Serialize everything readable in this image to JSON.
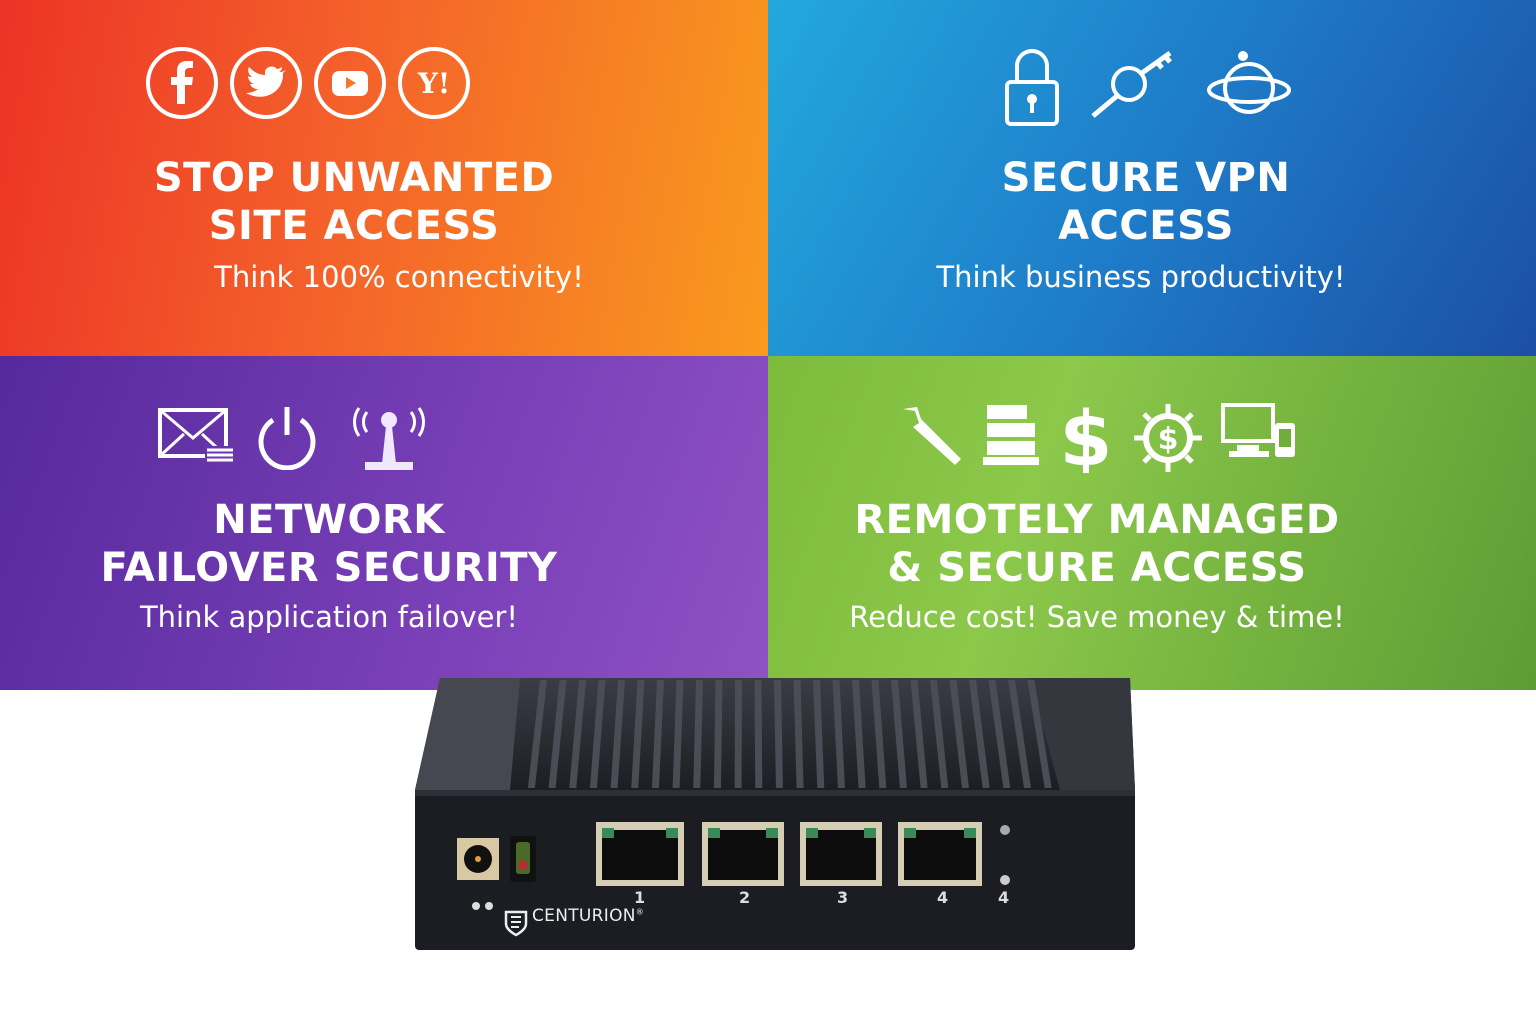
{
  "panels": [
    {
      "title_line1": "STOP UNWANTED",
      "title_line2": "SITE ACCESS",
      "subtitle": "Think 100% connectivity!",
      "icons": [
        "facebook-icon",
        "twitter-icon",
        "youtube-icon",
        "yahoo-icon"
      ],
      "yahoo_text": "Y!"
    },
    {
      "title_line1": "SECURE VPN",
      "title_line2": "ACCESS",
      "subtitle": "Think business productivity!",
      "icons": [
        "padlock-icon",
        "key-icon",
        "satellite-globe-icon"
      ]
    },
    {
      "title_line1": "NETWORK",
      "title_line2": "FAILOVER SECURITY",
      "subtitle": "Think application failover!",
      "icons": [
        "email-icon",
        "power-icon",
        "wireless-antenna-icon"
      ]
    },
    {
      "title_line1": "REMOTELY MANAGED",
      "title_line2": "& SECURE ACCESS",
      "subtitle": "Reduce cost! Save money & time!",
      "icons": [
        "wrench-icon",
        "server-icon",
        "dollar-icon",
        "dollar-gear-icon",
        "computer-mobile-icon"
      ]
    }
  ],
  "device": {
    "brand": "CENTURION",
    "registered": "®",
    "port_labels": [
      "1",
      "2",
      "3",
      "4",
      "4"
    ]
  },
  "colors": {
    "red": "#ec3326",
    "orange": "#f99a1e",
    "blue": "#1e7cc8",
    "purple": "#7a40b8",
    "green": "#7dbb3d"
  }
}
